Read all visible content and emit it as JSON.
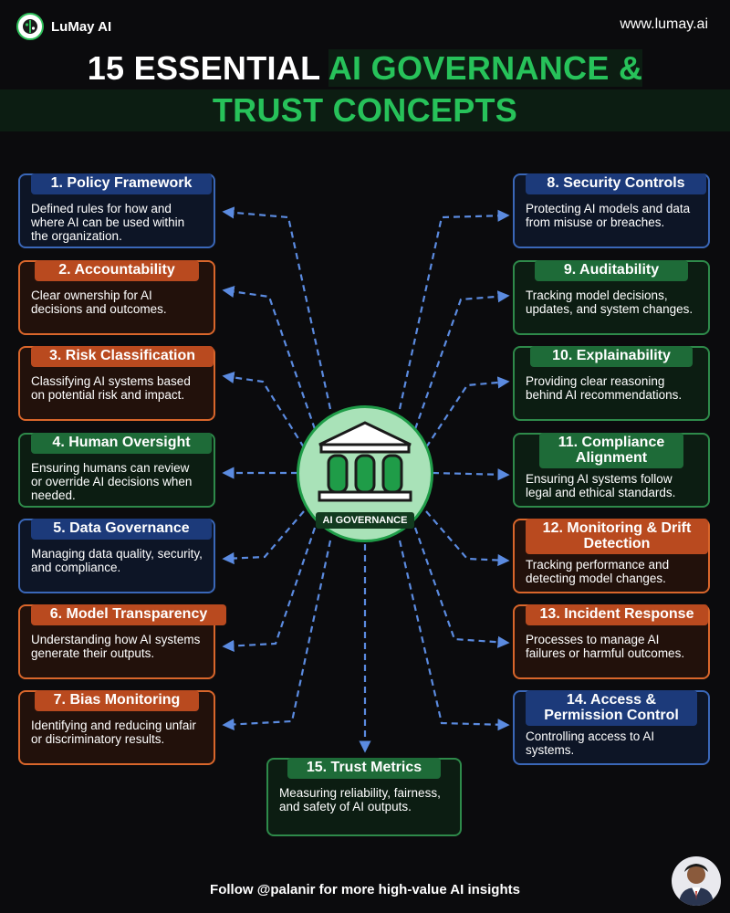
{
  "brand": {
    "name": "LuMay AI",
    "site": "www.lumay.ai"
  },
  "title": {
    "white": "15 ESSENTIAL ",
    "green_line1": "AI GOVERNANCE &",
    "green_line2": "TRUST CONCEPTS"
  },
  "hub": {
    "label": "AI GOVERNANCE",
    "icon": "bank-building-icon"
  },
  "colors": {
    "blue": "#3a67b8",
    "orange": "#d9662b",
    "green": "#2e8a4a",
    "accent_green": "#27c25a",
    "arrow": "#5b8be0"
  },
  "concepts": [
    {
      "title": "1. Policy Framework",
      "desc": "Defined rules for how and where AI can be used within the organization."
    },
    {
      "title": "2. Accountability",
      "desc": "Clear ownership for AI decisions and outcomes."
    },
    {
      "title": "3. Risk Classification",
      "desc": "Classifying AI systems based on potential risk and impact."
    },
    {
      "title": "4. Human Oversight",
      "desc": "Ensuring humans can review or override AI decisions when needed."
    },
    {
      "title": "5. Data Governance",
      "desc": "Managing data quality, security, and compliance."
    },
    {
      "title": "6. Model Transparency",
      "desc": "Understanding how AI systems generate their outputs."
    },
    {
      "title": "7. Bias Monitoring",
      "desc": "Identifying and reducing unfair or discriminatory results."
    },
    {
      "title": "8. Security Controls",
      "desc": "Protecting AI models and data from misuse or breaches."
    },
    {
      "title": "9. Auditability",
      "desc": "Tracking model decisions, updates, and system changes."
    },
    {
      "title": "10. Explainability",
      "desc": "Providing clear reasoning behind AI recommendations."
    },
    {
      "title": "11. Compliance Alignment",
      "desc": "Ensuring AI systems follow legal and ethical standards."
    },
    {
      "title": "12. Monitoring & Drift Detection",
      "desc": "Tracking performance and detecting model changes."
    },
    {
      "title": "13. Incident Response",
      "desc": "Processes to manage AI failures or harmful outcomes."
    },
    {
      "title": "14. Access & Permission Control",
      "desc": "Controlling access to AI systems."
    },
    {
      "title": "15. Trust Metrics",
      "desc": "Measuring reliability, fairness, and safety of AI outputs."
    }
  ],
  "footer": {
    "text": "Follow @palanir for more high-value AI insights"
  }
}
